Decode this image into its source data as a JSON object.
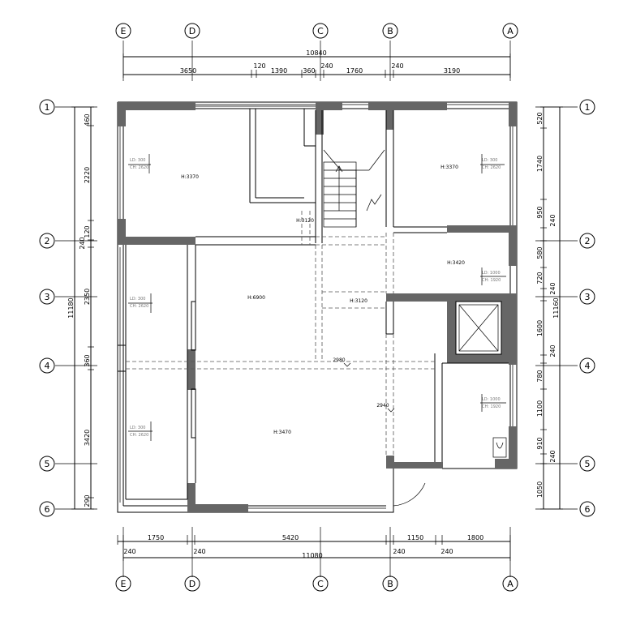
{
  "axes": {
    "columns": [
      "E",
      "D",
      "C",
      "B",
      "A"
    ],
    "rows": [
      "1",
      "2",
      "3",
      "4",
      "5",
      "6"
    ]
  },
  "dims": {
    "top_total": "10840",
    "top": [
      "3650",
      "120",
      "1390",
      "360",
      "240",
      "1760",
      "240",
      "3190"
    ],
    "bottom": [
      "1750",
      "5420",
      "1150",
      "1800"
    ],
    "bottom_wall": [
      "240",
      "240",
      "240",
      "240"
    ],
    "bottom_total": "11080",
    "left": [
      "460",
      "2220",
      "120",
      "240",
      "2350",
      "360",
      "3420",
      "290"
    ],
    "left_total": "11180",
    "right": [
      "520",
      "1740",
      "950",
      "240",
      "580",
      "720",
      "240",
      "1600",
      "240",
      "780",
      "1100",
      "910",
      "240",
      "1050"
    ],
    "right_total": "11160"
  },
  "heights": {
    "bedroom_nw": "H:3370",
    "corridor": "H:3120",
    "bedroom_ne": "H:3370",
    "room_east": "H:3420",
    "living": "H:6900",
    "stair_landing": "H:3120",
    "main_hall": "H:3470"
  },
  "levels": {
    "dining": "2980",
    "lobby": "2940"
  },
  "windows": {
    "w_nw": [
      "LD: 300",
      "CH: 2620"
    ],
    "w_ne": [
      "LD: 300",
      "CH: 2620"
    ],
    "w_e": [
      "LD: 1000",
      "CH: 1920"
    ],
    "w_w1": [
      "LD: 300",
      "CH: 2620"
    ],
    "w_w2": [
      "LD: 300",
      "CH: 2620"
    ],
    "w_se": [
      "LD: 1000",
      "CH: 1920"
    ]
  }
}
